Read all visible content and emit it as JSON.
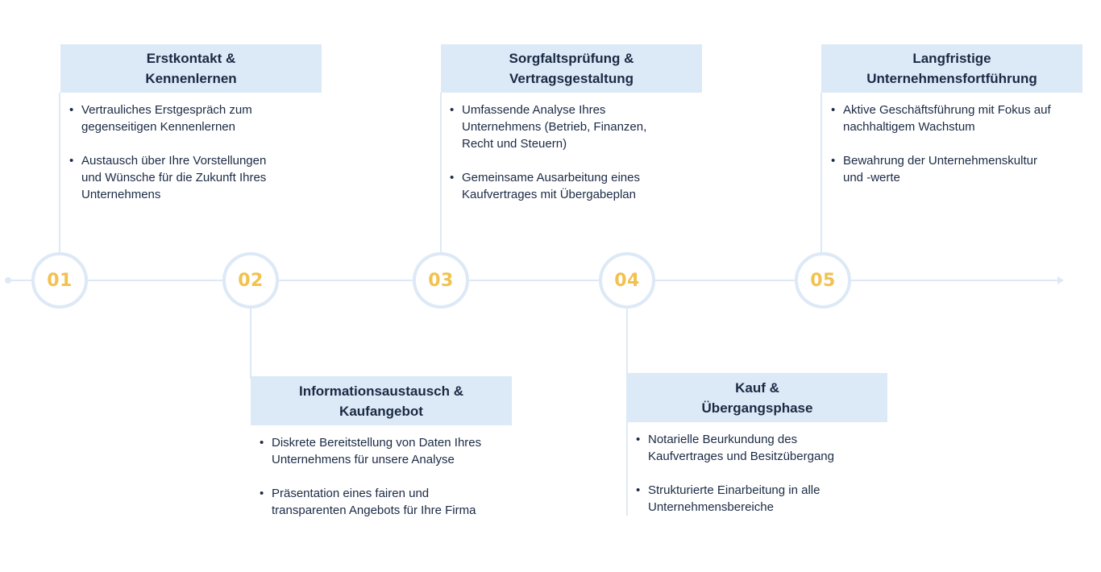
{
  "steps": [
    {
      "number": "01",
      "title": "Erstkontakt &\nKennenlernen",
      "bullets": [
        "Vertrauliches Erstgespräch zum\ngegenseitigen Kennenlernen",
        "Austausch über Ihre Vorstellungen\nund Wünsche für die Zukunft Ihres\nUnternehmens"
      ]
    },
    {
      "number": "02",
      "title": "Informationsaustausch &\nKaufangebot",
      "bullets": [
        "Diskrete Bereitstellung von Daten Ihres\nUnternehmens für unsere Analyse",
        "Präsentation eines fairen und\ntransparenten Angebots für Ihre Firma"
      ]
    },
    {
      "number": "03",
      "title": "Sorgfaltsprüfung &\nVertragsgestaltung",
      "bullets": [
        "Umfassende Analyse Ihres\nUnternehmens (Betrieb, Finanzen,\nRecht und Steuern)",
        "Gemeinsame Ausarbeitung eines\nKaufvertrages mit Übergabeplan"
      ]
    },
    {
      "number": "04",
      "title": "Kauf &\nÜbergangsphase",
      "bullets": [
        "Notarielle Beurkundung des\nKaufvertrages und Besitzübergang",
        "Strukturierte Einarbeitung in alle\nUnternehmensbereiche"
      ]
    },
    {
      "number": "05",
      "title": "Langfristige\nUnternehmensfortführung",
      "bullets": [
        "Aktive Geschäftsführung mit Fokus auf\nnachhaltigem Wachstum",
        "Bewahrung der Unternehmenskultur\nund -werte"
      ]
    }
  ],
  "colors": {
    "number": "#f2c14e",
    "title_bg": "#dce9f6",
    "line": "#dde9f6",
    "text": "#1b2a44"
  }
}
